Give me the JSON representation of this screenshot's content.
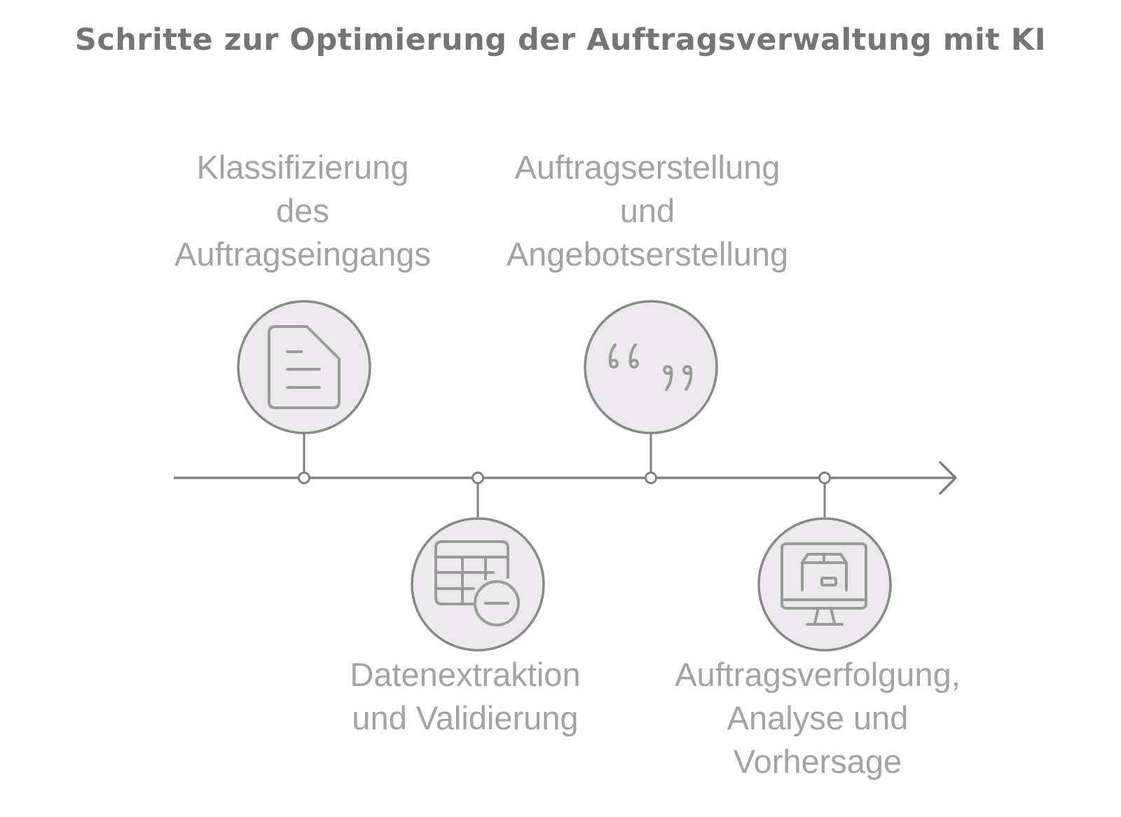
{
  "title": "Schritte zur Optimierung der Auftragsverwaltung mit KI",
  "steps": [
    {
      "label": "Klassifizierung\ndes\nAuftragseingangs",
      "icon": "document-icon",
      "position": "above"
    },
    {
      "label": "Datenextraktion\nund Validierung",
      "icon": "table-minus-icon",
      "position": "below"
    },
    {
      "label": "Auftragserstellung\nund\nAngebotserstellung",
      "icon": "quote-icon",
      "position": "above"
    },
    {
      "label": "Auftragsverfolgung,\nAnalyse und\nVorhersage",
      "icon": "monitor-box-icon",
      "position": "below"
    }
  ],
  "colors": {
    "line": "#808080",
    "circle_fill": "#ebe9ec",
    "circle_stroke": "#888888",
    "icon_stroke": "#9a9a9a",
    "title_text": "#757575",
    "label_text": "#a3a3a3"
  }
}
